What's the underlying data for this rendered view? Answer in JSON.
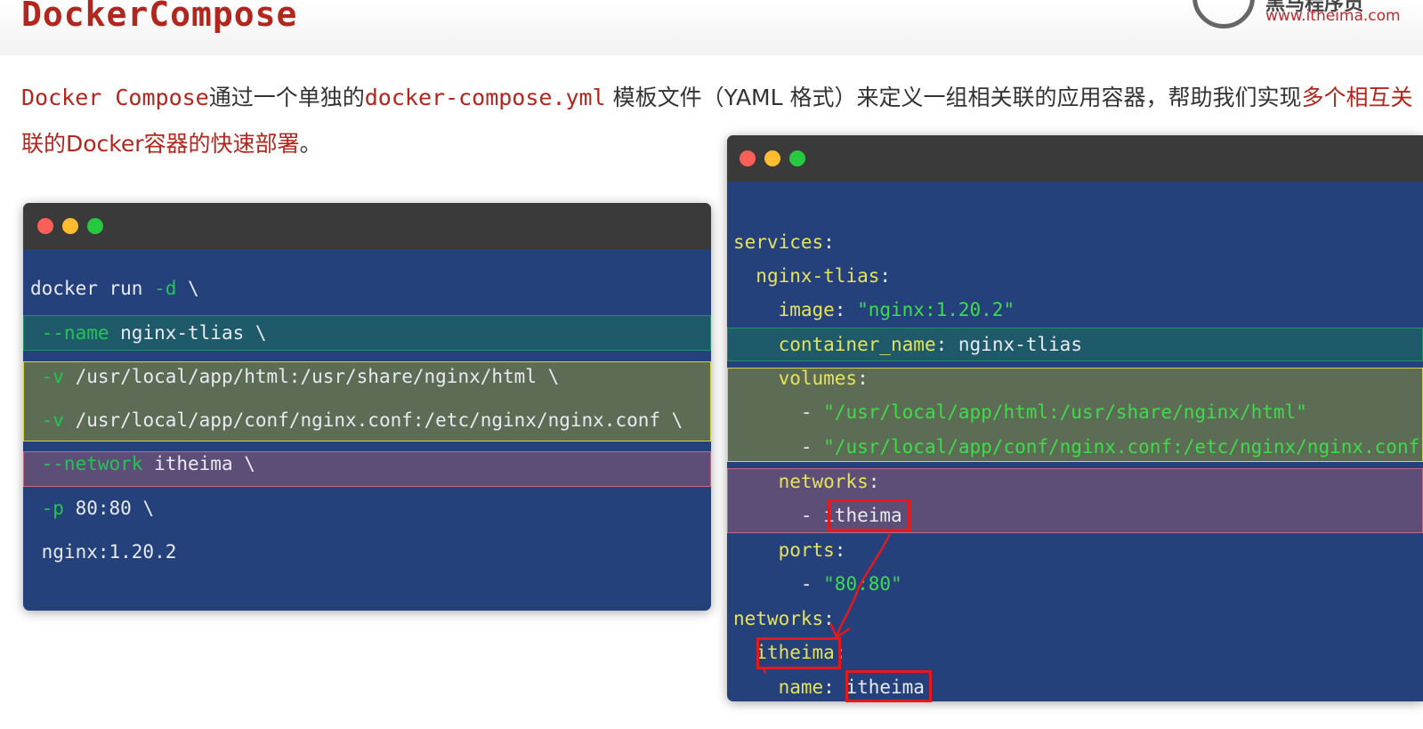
{
  "header": {
    "title": "DockerCompose",
    "logo_cn": "黑马程序员",
    "logo_url": "www.itheima.com"
  },
  "intro": {
    "part1": "Docker Compose",
    "part2": "通过一个单独的",
    "part3": "docker-compose.yml",
    "part4": " 模板文件（YAML 格式）来定义一组相关联的应用容器，帮助我们实现",
    "part5": "多个相互关联的Docker容器的快速部署",
    "part6": "。"
  },
  "cli_window": {
    "lines": {
      "l1a": "docker run ",
      "l1b": "-d",
      "l1c": " \\",
      "l2a": " --name",
      "l2b": " nginx-tlias \\",
      "l3a": " -v",
      "l3b": " /usr/local/app/html:/usr/share/nginx/html \\",
      "l4a": " -v",
      "l4b": " /usr/local/app/conf/nginx.conf:/etc/nginx/nginx.conf \\",
      "l5a": " --network",
      "l5b": " itheima \\",
      "l6a": " -p",
      "l6b": " 80:80 \\",
      "l7": " nginx:1.20.2"
    }
  },
  "yaml_window": {
    "lines": {
      "services": "services",
      "svc_name": "nginx-tlias",
      "image_key": "image",
      "image_val": "\"nginx:1.20.2\"",
      "cname_key": "container_name",
      "cname_val": "nginx-tlias",
      "volumes_key": "volumes",
      "vol1": "\"/usr/local/app/html:/usr/share/nginx/html\"",
      "vol2": "\"/usr/local/app/conf/nginx.conf:/etc/nginx/nginx.conf\"",
      "networks_key": "networks",
      "net_item": "itheima",
      "ports_key": "ports",
      "port_item": "\"80:80\"",
      "top_networks": "networks",
      "net_def": "itheima",
      "name_key": "name",
      "name_val": "itheima"
    }
  },
  "colors": {
    "title_red": "#b3261e",
    "window_bg": "#25417c",
    "titlebar": "#3a3a3a",
    "annotation_red": "#e4181d"
  }
}
